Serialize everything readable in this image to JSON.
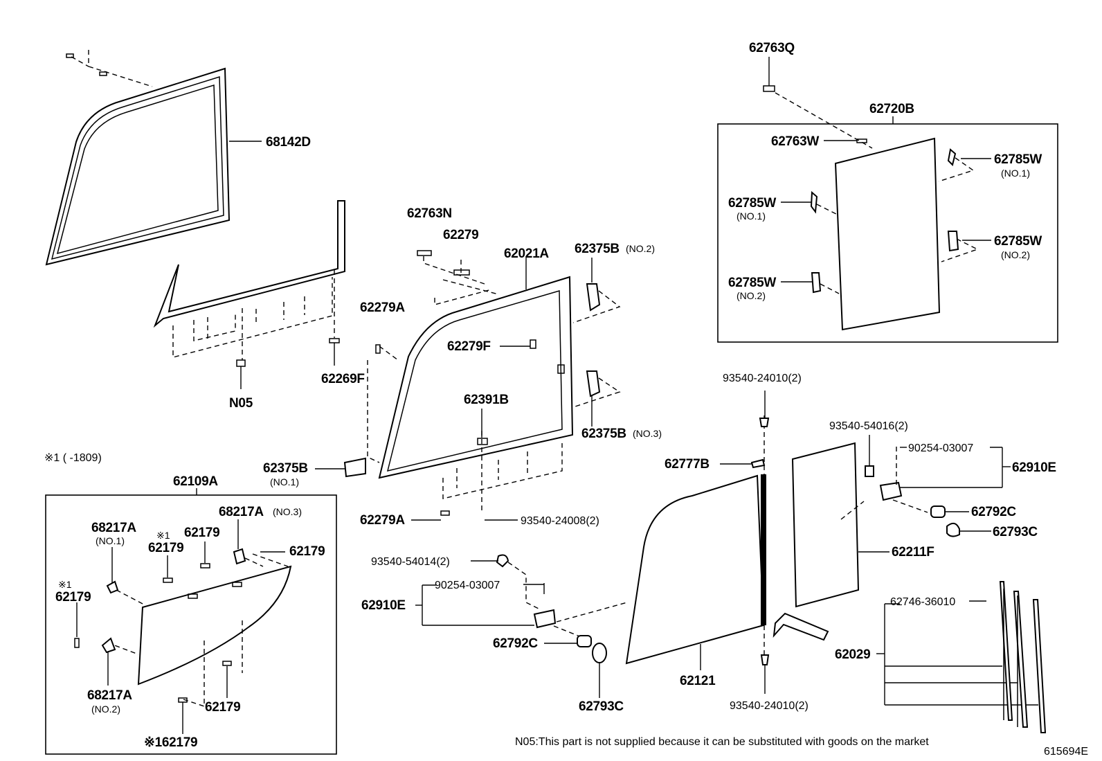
{
  "diagram": {
    "code": "615694E",
    "footnote_ref": "※1 (      -1809)",
    "note": "N05:This part is not supplied because it can be substituted with goods on the market",
    "labels": {
      "p68142D": "68142D",
      "n05": "N05",
      "p62269F": "62269F",
      "p62763N": "62763N",
      "p62279": "62279",
      "p62021A": "62021A",
      "p62375B": "62375B",
      "no2": "(NO.2)",
      "no3": "(NO.3)",
      "no1": "(NO.1)",
      "p62279A": "62279A",
      "p62279F": "62279F",
      "p62391B": "62391B",
      "p93540_24008": "93540-24008(2)",
      "p62763Q": "62763Q",
      "p62720B": "62720B",
      "p62763W": "62763W",
      "p62785W": "62785W",
      "p93540_24010": "93540-24010(2)",
      "p93540_54016": "93540-54016(2)",
      "p90254_03007": "90254-03007",
      "p62910E": "62910E",
      "p62777B": "62777B",
      "p62792C": "62792C",
      "p62793C": "62793C",
      "p62211F": "62211F",
      "p62746_36010": "62746-36010",
      "p62029": "62029",
      "p62121": "62121",
      "p93540_54014": "93540-54014(2)",
      "p62109A": "62109A",
      "p68217A": "68217A",
      "no3s": "(NO.3)",
      "p62179": "62179",
      "m1": "※1",
      "m1_62179": "※162179"
    }
  }
}
